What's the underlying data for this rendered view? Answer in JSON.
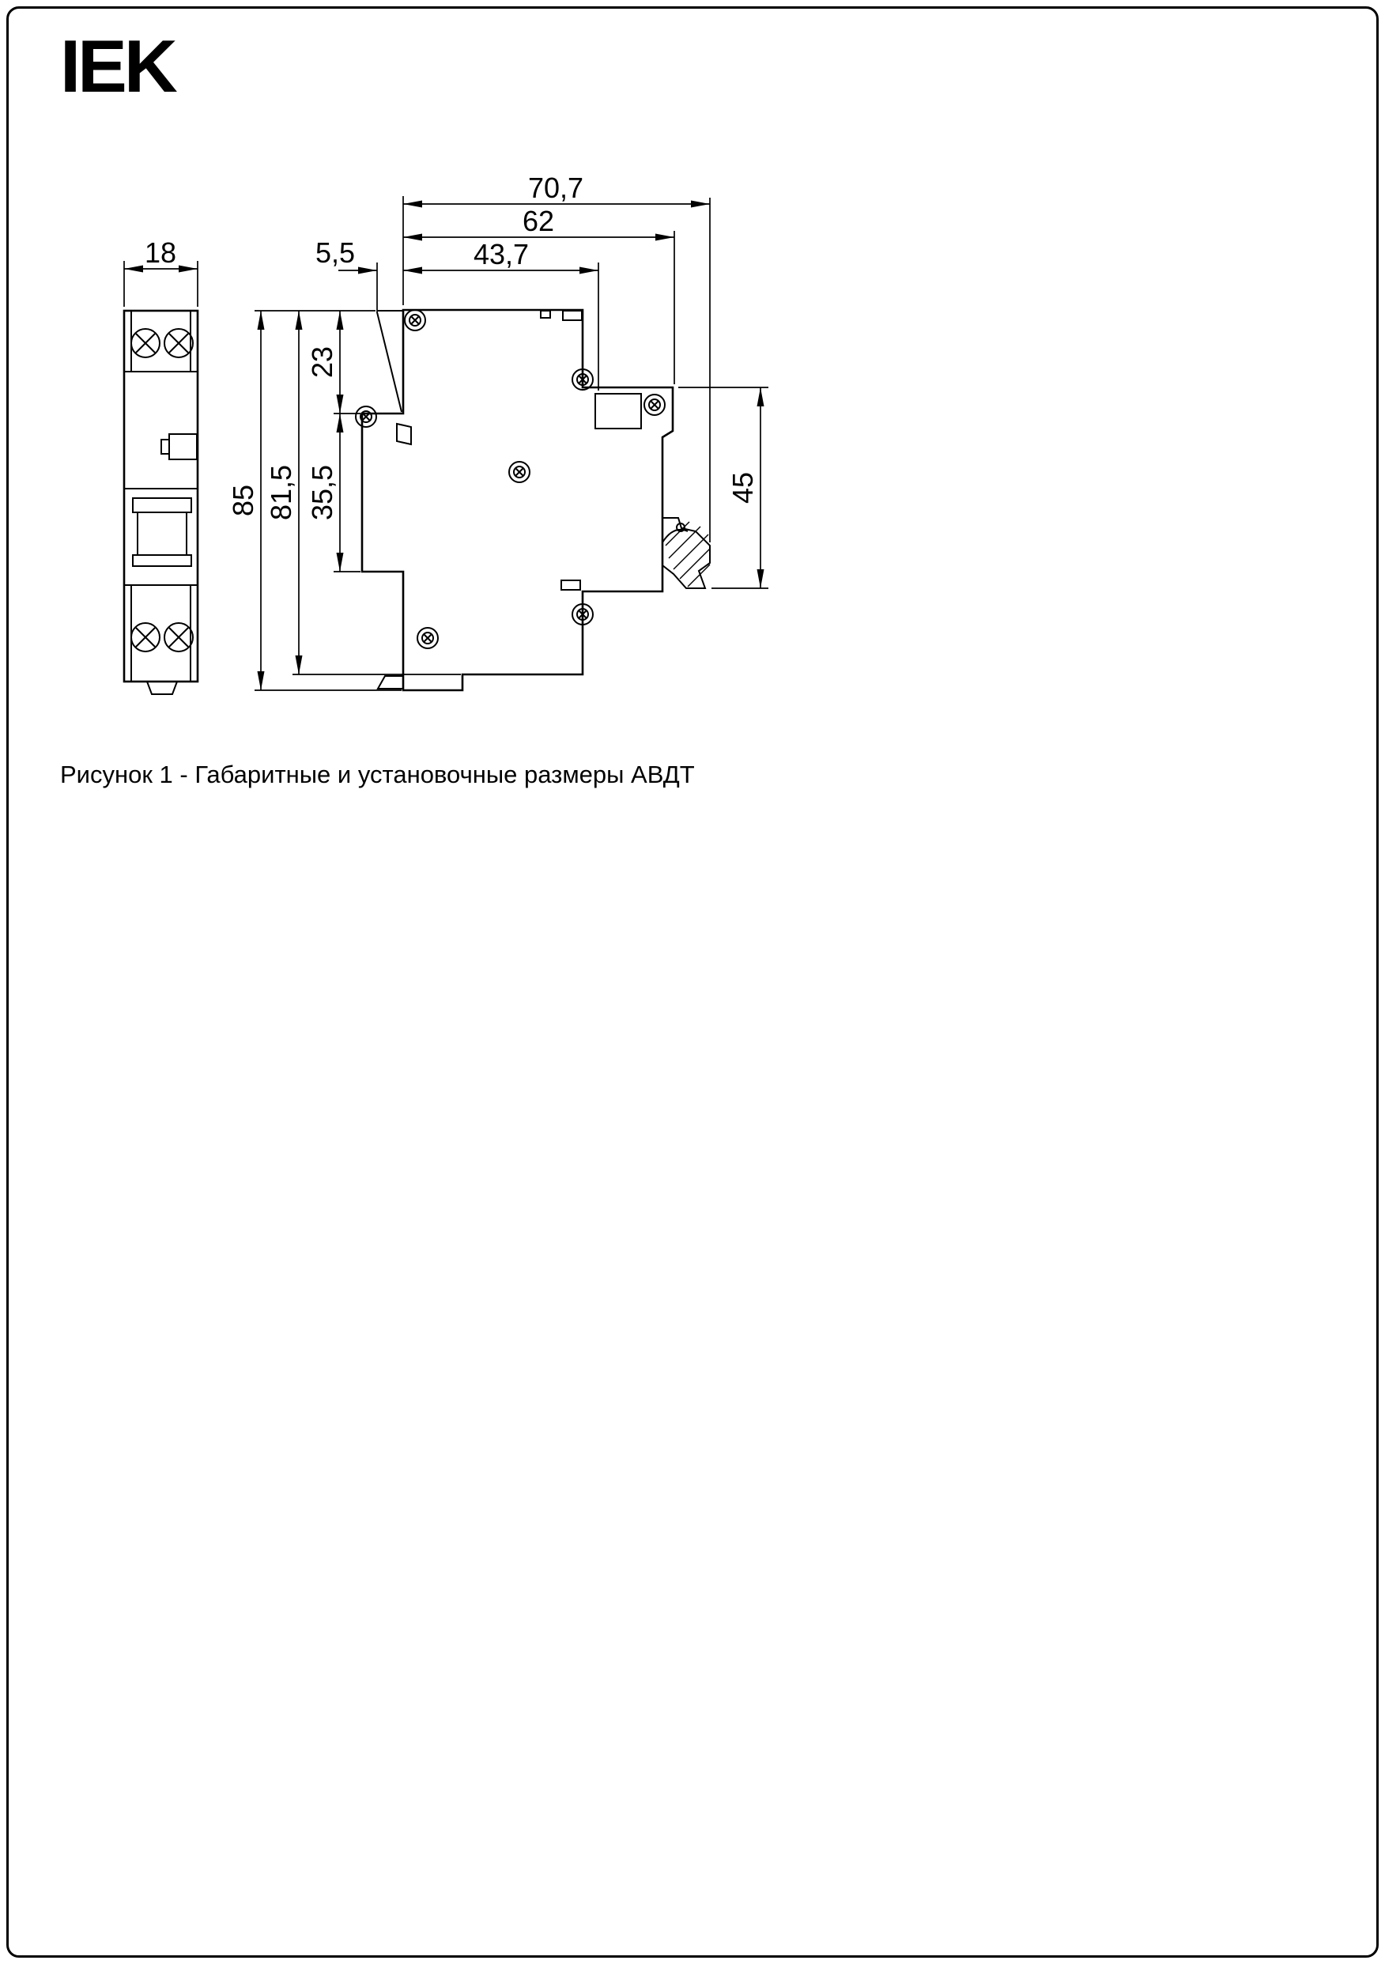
{
  "brand": {
    "logo": "IEK"
  },
  "caption": "Рисунок 1 - Габаритные и установочные размеры АВДТ",
  "dims": {
    "d707": "70,7",
    "d62": "62",
    "d437": "43,7",
    "d55": "5,5",
    "d18": "18",
    "d23": "23",
    "d355": "35,5",
    "d85": "85",
    "d815": "81,5",
    "d45": "45"
  }
}
